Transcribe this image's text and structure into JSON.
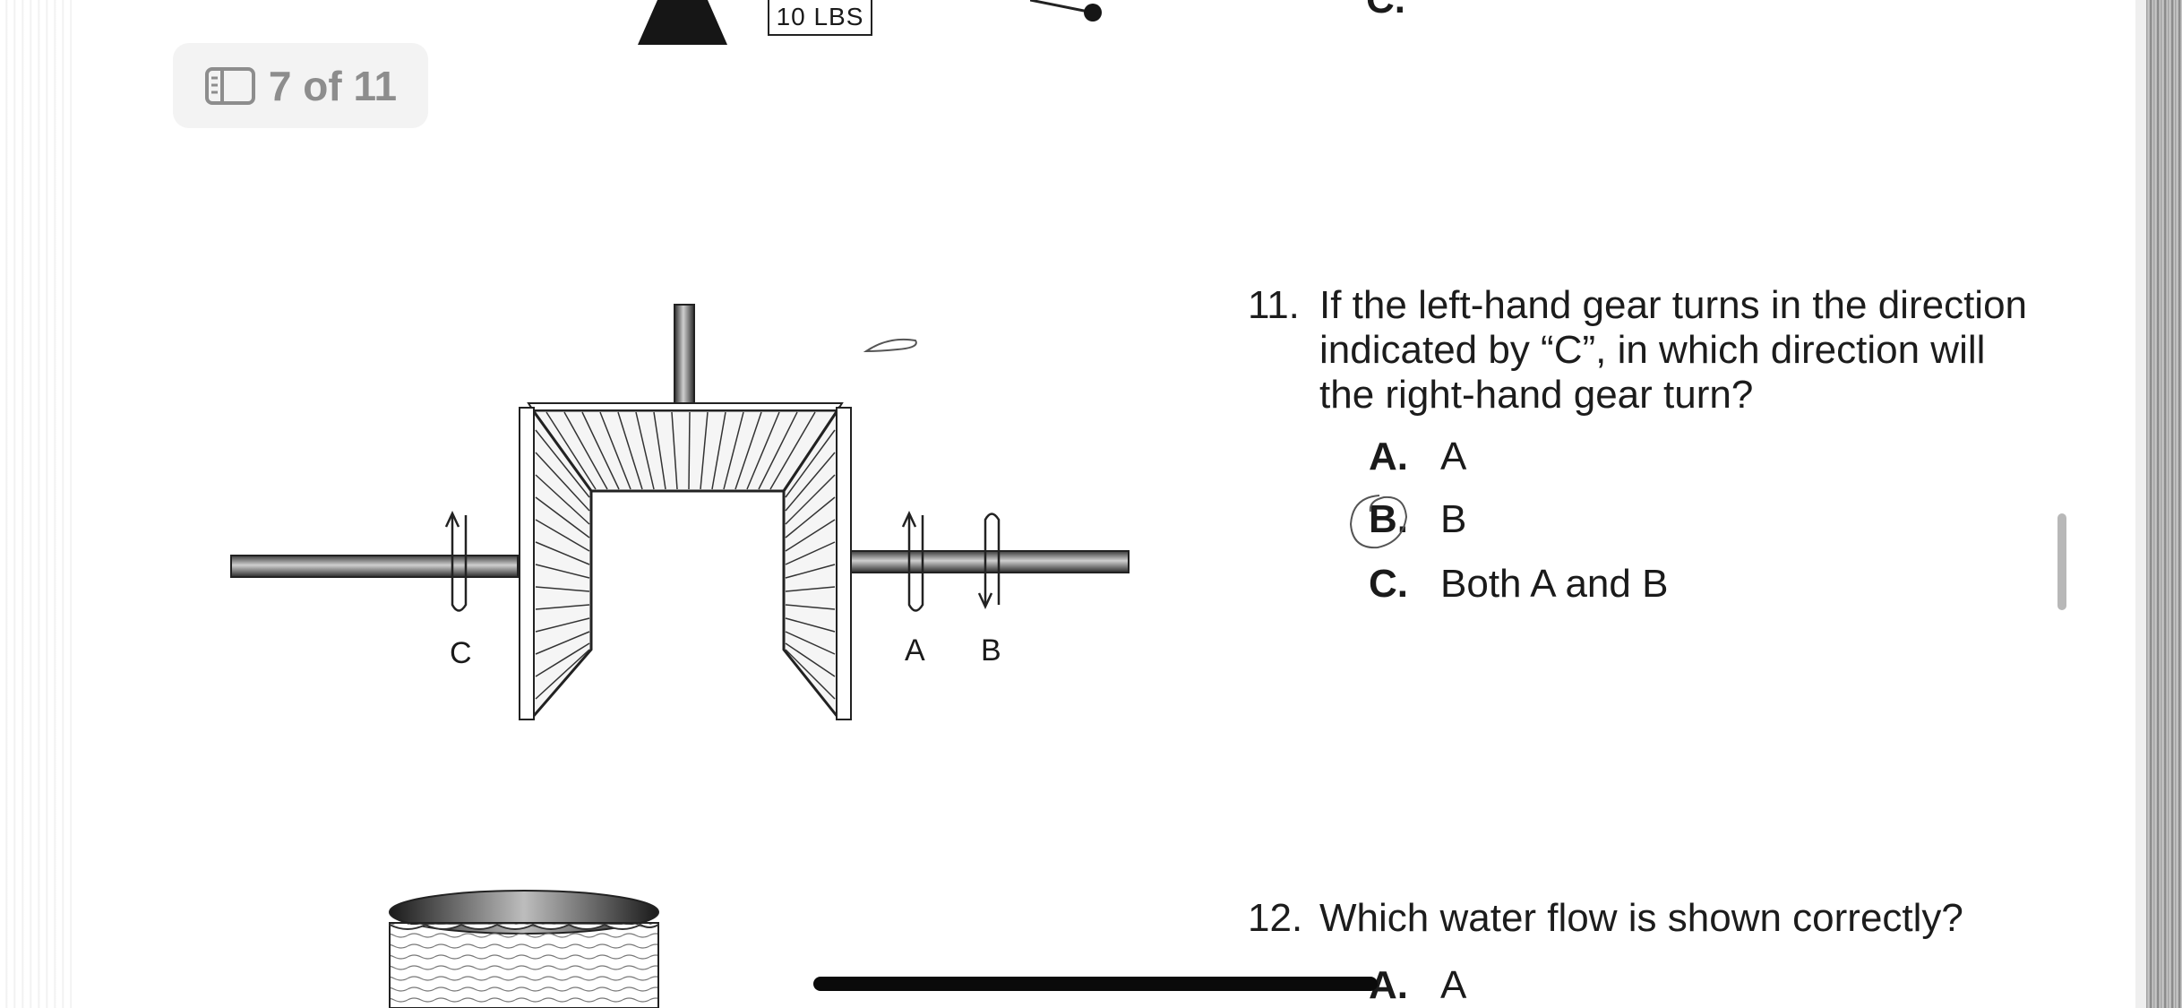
{
  "page_indicator": {
    "icon": "sidebar-panel-icon",
    "label": "7 of 11"
  },
  "previous_question": {
    "weight_label": "10 LBS",
    "option_letter": "C."
  },
  "question_11": {
    "number": "11.",
    "text_lines": [
      "If the left-hand gear turns in the direction",
      "indicated by “C”, in which direction will",
      "the right-hand gear turn?"
    ],
    "options": [
      {
        "letter": "A.",
        "text": "A"
      },
      {
        "letter": "B.",
        "text": "B"
      },
      {
        "letter": "C.",
        "text": "Both A and B"
      }
    ],
    "diagram_labels": {
      "left": "C",
      "right_a": "A",
      "right_b": "B"
    }
  },
  "question_12": {
    "number": "12.",
    "text": "Which water flow is shown correctly?",
    "options": [
      {
        "letter": "A.",
        "text": "A"
      }
    ]
  },
  "colors": {
    "page": "#ffffff",
    "ink": "#1a1a1a",
    "badge_bg": "#f3f3f3",
    "badge_text": "#8d8d8d"
  }
}
